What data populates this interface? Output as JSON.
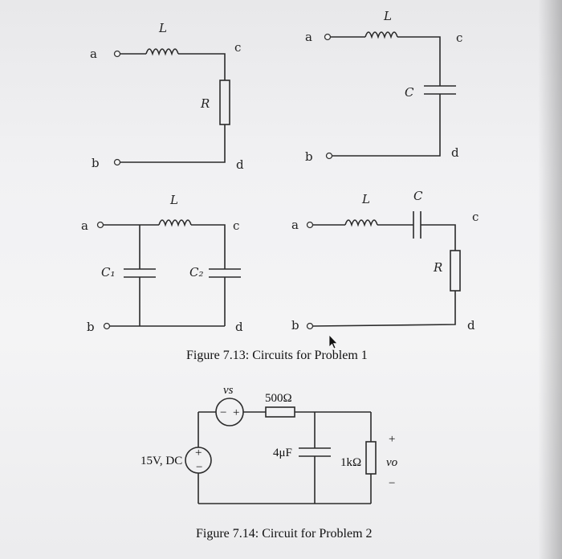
{
  "figure_1": {
    "caption": "Figure 7.13: Circuits for Problem 1",
    "circuit_a": {
      "a": "a",
      "b": "b",
      "c": "c",
      "d": "d",
      "inductor": "L",
      "resistor": "R"
    },
    "circuit_b": {
      "a": "a",
      "b": "b",
      "c": "c",
      "d": "d",
      "inductor": "L",
      "capacitor": "C"
    },
    "circuit_c": {
      "a": "a",
      "b": "b",
      "c": "c",
      "d": "d",
      "inductor": "L",
      "capacitor_1": "C₁",
      "capacitor_2": "C₂"
    },
    "circuit_d": {
      "a": "a",
      "b": "b",
      "c": "c",
      "d": "d",
      "inductor": "L",
      "capacitor": "C",
      "resistor": "R"
    }
  },
  "figure_2": {
    "caption": "Figure 7.14: Circuit for Problem 2",
    "source_label": "15V, DC",
    "vs_label": "vs",
    "resistor_500": "500Ω",
    "capacitor": "4μF",
    "resistor_1k": "1kΩ",
    "vo_label": "vo",
    "vo_plus": "+",
    "vo_minus": "−",
    "src_plus": "+",
    "src_minus": "−",
    "vs_plus": "+",
    "vs_minus": "−"
  }
}
